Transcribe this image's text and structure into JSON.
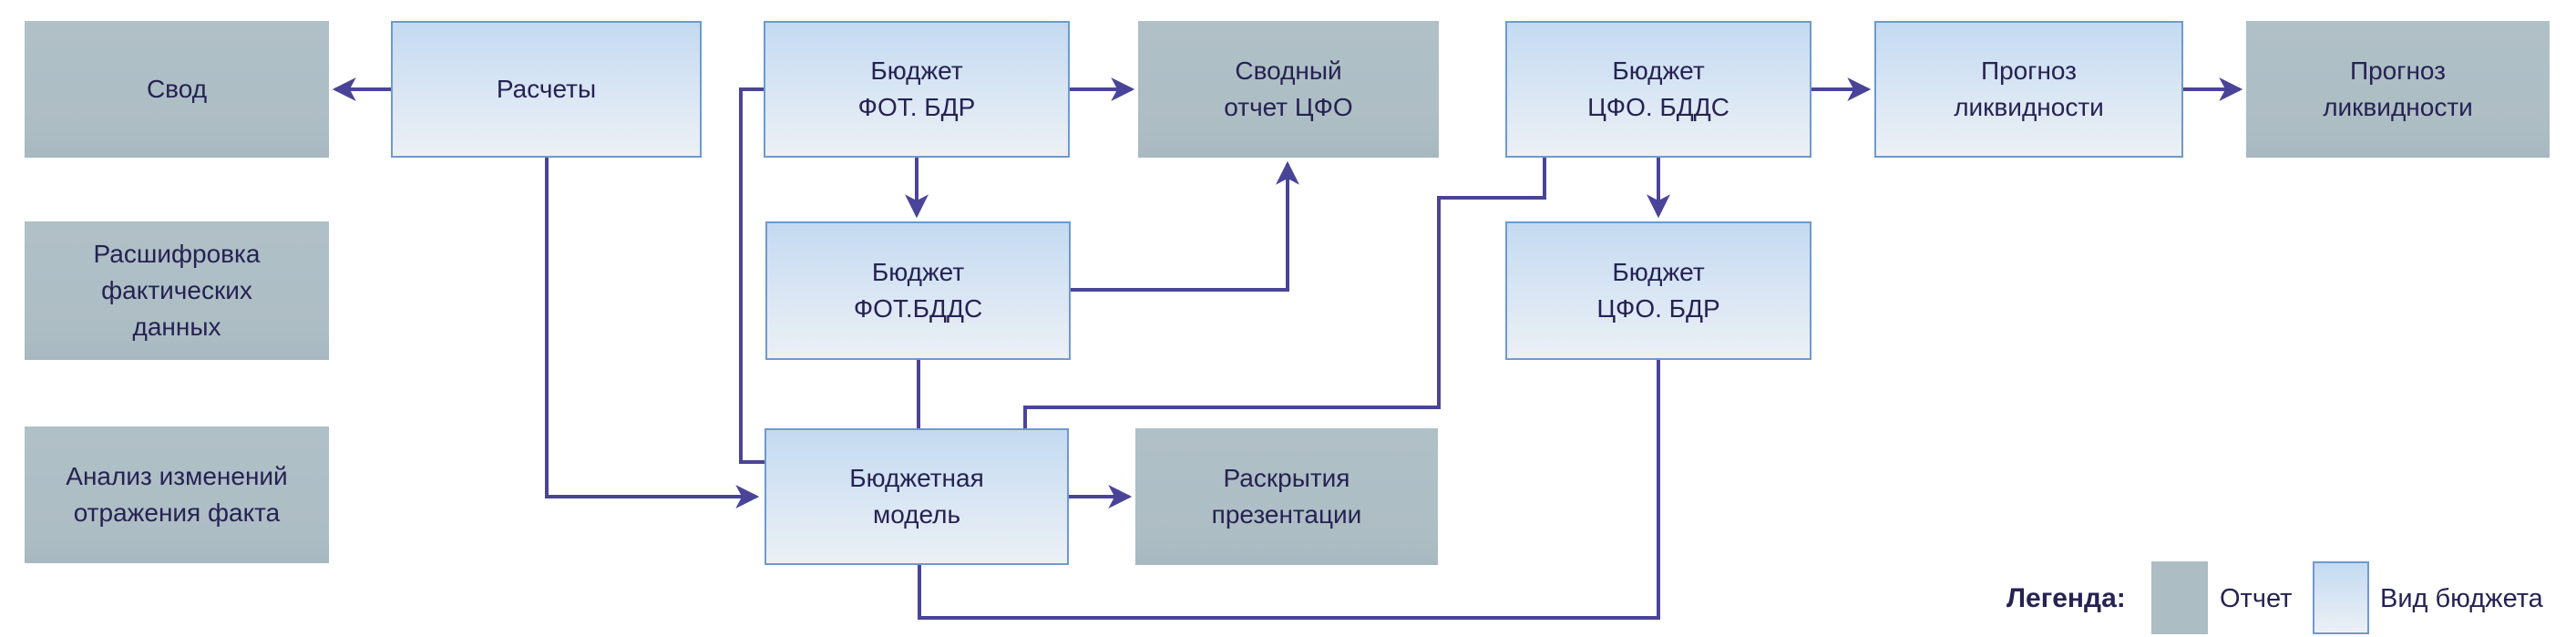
{
  "diagram": {
    "nodes": {
      "svod": {
        "label": "Свод",
        "type": "report"
      },
      "raschety": {
        "label": "Расчеты",
        "type": "budget"
      },
      "budget_fot_bdr": {
        "label": "Бюджет\nФОТ. БДР",
        "type": "budget"
      },
      "svodny_otchet_cfo": {
        "label": "Сводный\nотчет ЦФО",
        "type": "report"
      },
      "budget_cfo_bdds": {
        "label": "Бюджет\nЦФО. БДДС",
        "type": "budget"
      },
      "prognoz_likvidnosti_budget": {
        "label": "Прогноз\nликвидности",
        "type": "budget"
      },
      "prognoz_likvidnosti_report": {
        "label": "Прогноз\nликвидности",
        "type": "report"
      },
      "rasshifrovka_fakticheskih_dannyh": {
        "label": "Расшифровка\nфактических\nданных",
        "type": "report"
      },
      "budget_fot_bdds": {
        "label": "Бюджет\nФОТ.БДДС",
        "type": "budget"
      },
      "budget_cfo_bdr": {
        "label": "Бюджет\nЦФО. БДР",
        "type": "budget"
      },
      "analiz_izmeneniy": {
        "label": "Анализ изменений\nотражения факта",
        "type": "report"
      },
      "budget_model": {
        "label": "Бюджетная\nмодель",
        "type": "budget"
      },
      "raskrytiya_prezentacii": {
        "label": "Раскрытия\nпрезентации",
        "type": "report"
      }
    },
    "edges": [
      {
        "from": "raschety",
        "to": "svod",
        "arrow": true
      },
      {
        "from": "raschety",
        "to": "budget_model",
        "arrow": true
      },
      {
        "from": "budget_fot_bdr",
        "to": "svodny_otchet_cfo",
        "arrow": true
      },
      {
        "from": "budget_fot_bdr",
        "to": "budget_fot_bdds",
        "arrow": true
      },
      {
        "from": "budget_fot_bdr",
        "to": "budget_model",
        "arrow": false
      },
      {
        "from": "budget_fot_bdds",
        "to": "svodny_otchet_cfo",
        "arrow": true
      },
      {
        "from": "budget_fot_bdds",
        "to": "budget_model",
        "arrow": false
      },
      {
        "from": "budget_model",
        "to": "raskrytiya_prezentacii",
        "arrow": true
      },
      {
        "from": "budget_model",
        "to": "budget_cfo_bdr",
        "arrow": false
      },
      {
        "from": "budget_cfo_bdds",
        "to": "budget_model",
        "arrow": false
      },
      {
        "from": "budget_cfo_bdds",
        "to": "budget_cfo_bdr",
        "arrow": true
      },
      {
        "from": "budget_cfo_bdds",
        "to": "prognoz_likvidnosti_budget",
        "arrow": true
      },
      {
        "from": "prognoz_likvidnosti_budget",
        "to": "prognoz_likvidnosti_report",
        "arrow": true
      }
    ],
    "legend": {
      "title": "Легенда:",
      "items": [
        {
          "label": "Отчет",
          "type": "report"
        },
        {
          "label": "Вид бюджета",
          "type": "budget"
        }
      ]
    },
    "colors": {
      "report_fill": "#adbdc4",
      "budget_fill_top": "#c4daf1",
      "budget_fill_bottom": "#ecf0f5",
      "budget_border": "#6f99cf",
      "connector": "#4a4498",
      "text": "#262253",
      "background": "#ffffff"
    }
  }
}
